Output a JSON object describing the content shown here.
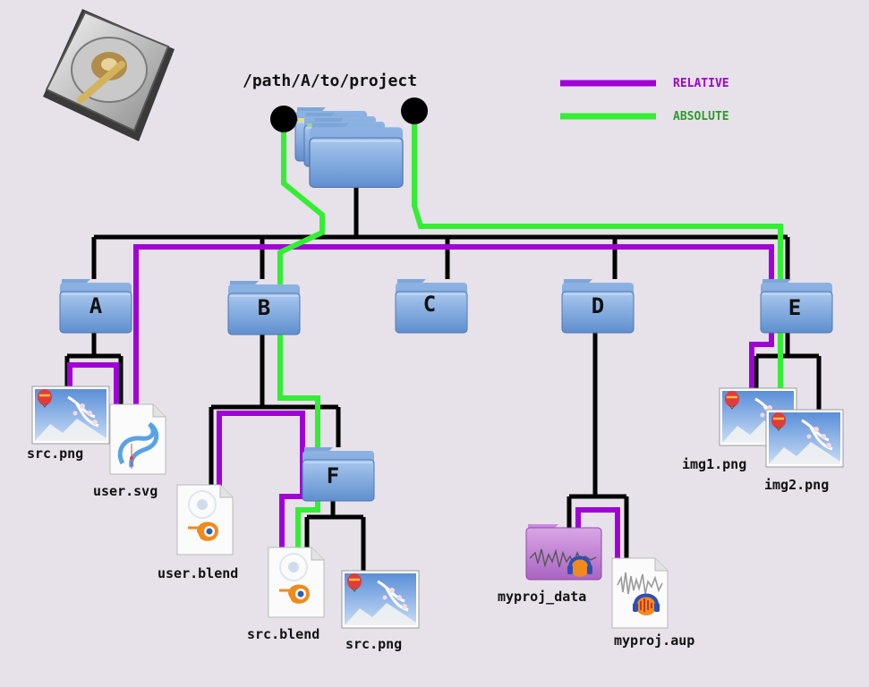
{
  "root": {
    "path": "/path/A/to/project"
  },
  "legend": {
    "relative": {
      "label": "RELATIVE",
      "color": "#a100d6"
    },
    "absolute": {
      "label": "ABSOLUTE",
      "color": "#33ee33"
    }
  },
  "folders": {
    "a": "A",
    "b": "B",
    "c": "C",
    "d": "D",
    "e": "E",
    "f": "F"
  },
  "files": {
    "a_src_png": "src.png",
    "a_user_svg": "user.svg",
    "b_user_blend": "user.blend",
    "f_src_blend": "src.blend",
    "f_src_png": "src.png",
    "d_myproj_data": "myproj_data",
    "d_myproj_aup": "myproj.aup",
    "e_img1_png": "img1.png",
    "e_img2_png": "img2.png"
  },
  "icons": {
    "drive": "hard-drive-icon",
    "folder": "blue-folder-icon",
    "image": "landscape-image-icon",
    "svg": "svg-document-icon",
    "blend": "blender-document-icon",
    "audio_folder": "purple-audio-folder-icon",
    "audio_doc": "audio-document-icon"
  },
  "colors": {
    "background": "#e7e1ea",
    "tree_line": "#000000",
    "folder_blue": "#7fa8d8"
  }
}
